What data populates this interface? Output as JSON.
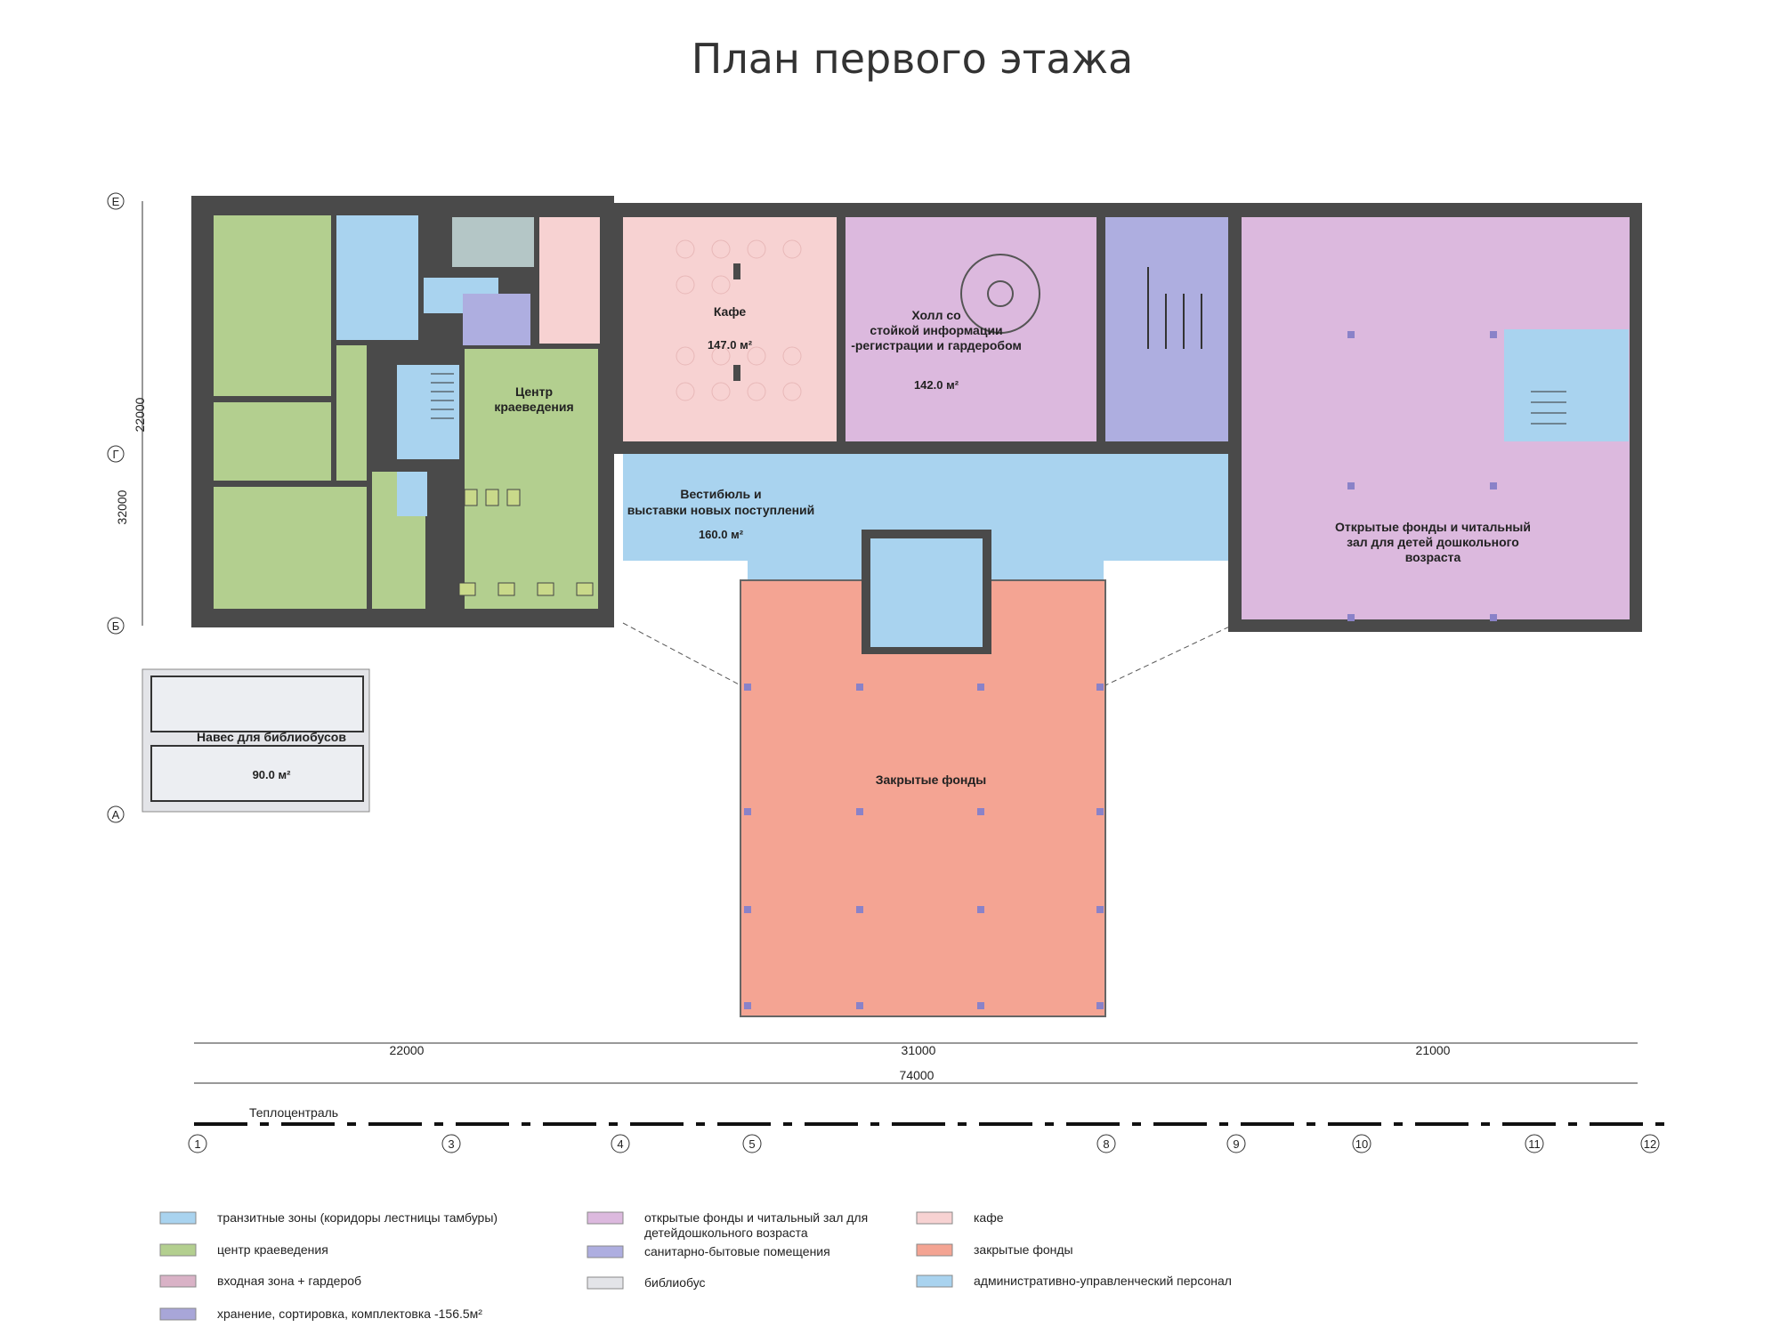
{
  "title": "План первого этажа",
  "rooms": {
    "kafe": {
      "name": "Кафе",
      "area": "147.0 м²"
    },
    "holl": {
      "line1": "Холл со",
      "line2": "стойкой информации",
      "line3": "-регистрации и гардеробом",
      "area": "142.0 м²"
    },
    "centr": {
      "line1": "Центр",
      "line2": "краеведения"
    },
    "vestibul": {
      "line1": "Вестибюль и",
      "line2": "выставки новых поступлений",
      "area": "160.0 м²"
    },
    "otkrytye": {
      "line1": "Открытые фонды и читальный",
      "line2": "зал для детей дошкольного",
      "line3": "возраста"
    },
    "zakrytye": {
      "name": "Закрытые фонды"
    },
    "naves": {
      "name": "Навес для библиобусов",
      "area": "90.0 м²"
    }
  },
  "dimensions": {
    "d1": "22000",
    "d2": "31000",
    "d3": "21000",
    "total": "74000",
    "v1": "22000",
    "v2": "32000"
  },
  "heat_line_label": "Теплоцентраль",
  "axes_columns": [
    "1",
    "3",
    "4",
    "5",
    "8",
    "9",
    "10",
    "11",
    "12"
  ],
  "axes_rows": [
    "Е",
    "Г",
    "Б",
    "А"
  ],
  "legend": [
    {
      "label": "транзитные зоны (коридоры лестницы тамбуры)",
      "color": "#a9d3ef"
    },
    {
      "label": "центр краеведения",
      "color": "#b3cf8f"
    },
    {
      "label": "входная зона + гардероб",
      "color": "#d9b2c6"
    },
    {
      "label": "хранение, сортировка, комплектовка -156.5м²",
      "color": "#a8a6d8"
    },
    {
      "label": "открытые фонды и читальный зал для",
      "label2": "детейдошкольного возраста",
      "color": "#dcb9de"
    },
    {
      "label": "санитарно-бытовые помещения",
      "color": "#aeaee0"
    },
    {
      "label": "библиобус",
      "color": "#e3e4e8"
    },
    {
      "label": "кафе",
      "color": "#f7d2d2"
    },
    {
      "label": "закрытые фонды",
      "color": "#f4a493"
    },
    {
      "label": "административно-управленческий персонал",
      "color": "#a9d3ef"
    }
  ],
  "colors": {
    "wall": "#4a4a4a",
    "transit": "#a9d3ef",
    "green": "#b3cf8f",
    "cafe": "#f7d2d2",
    "hall": "#d9b2c6",
    "purple": "#dcb9de",
    "sanitary": "#aeaee0",
    "closed": "#f4a493",
    "grey": "#e3e4e8"
  }
}
